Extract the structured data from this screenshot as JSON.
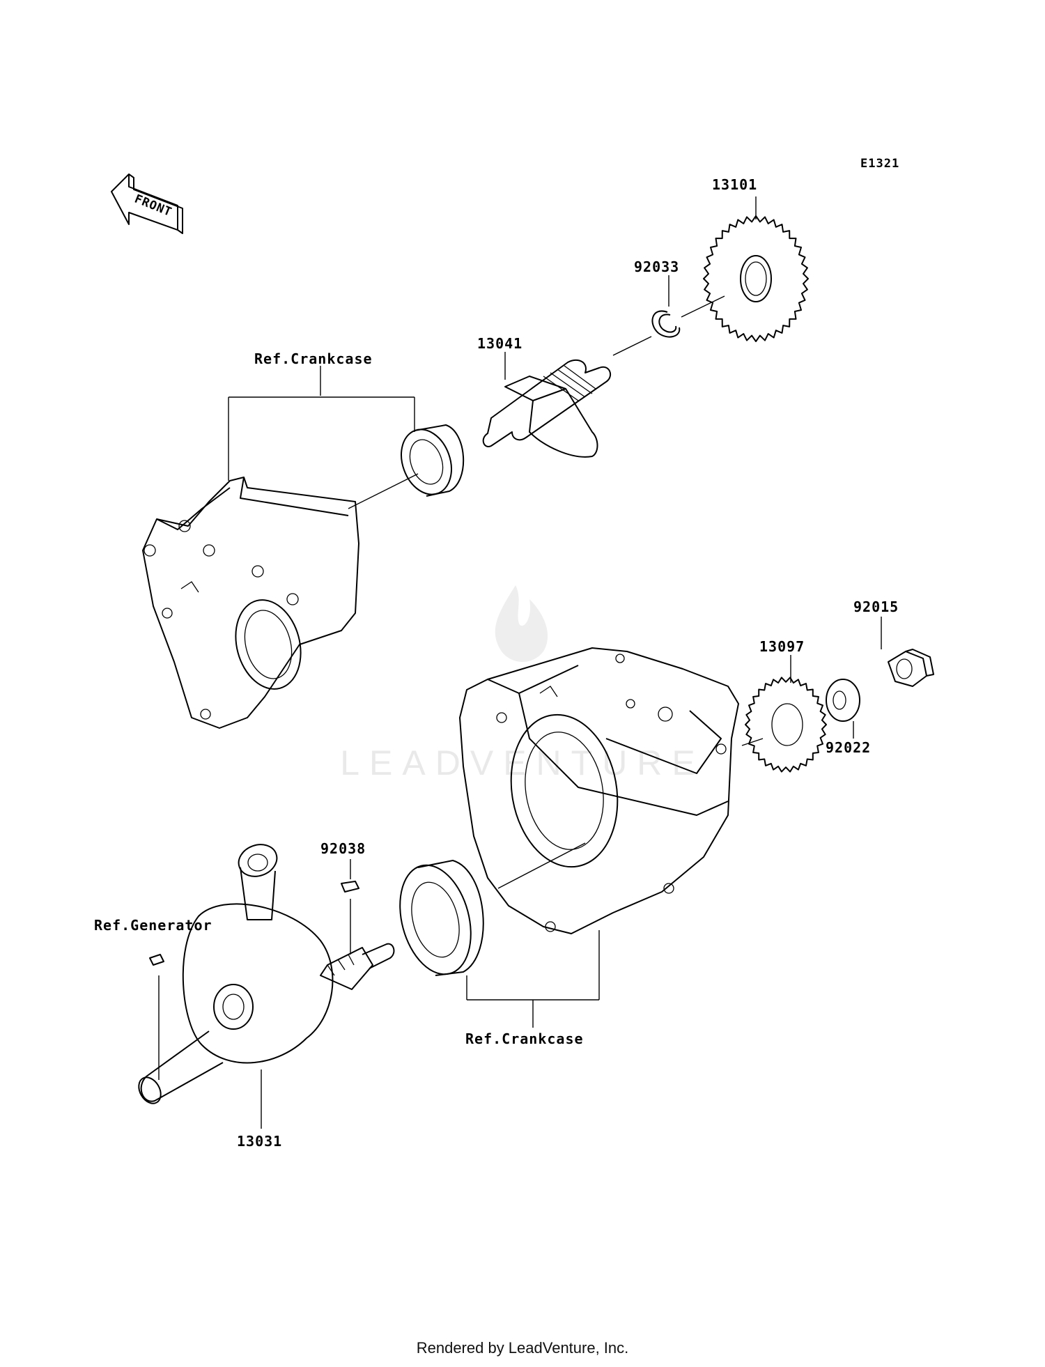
{
  "diagram": {
    "code": "E1321",
    "front_label": "FRONT",
    "watermark": "LEADVENTURE",
    "parts": [
      {
        "id": "p13101",
        "number": "13101"
      },
      {
        "id": "p92033",
        "number": "92033"
      },
      {
        "id": "p13041",
        "number": "13041"
      },
      {
        "id": "p92015",
        "number": "92015"
      },
      {
        "id": "p13097",
        "number": "13097"
      },
      {
        "id": "p92022",
        "number": "92022"
      },
      {
        "id": "p92038",
        "number": "92038"
      },
      {
        "id": "p13031",
        "number": "13031"
      }
    ],
    "references": {
      "crankcase_upper": "Ref.Crankcase",
      "crankcase_lower": "Ref.Crankcase",
      "generator": "Ref.Generator"
    }
  },
  "footer": "Rendered by LeadVenture, Inc."
}
